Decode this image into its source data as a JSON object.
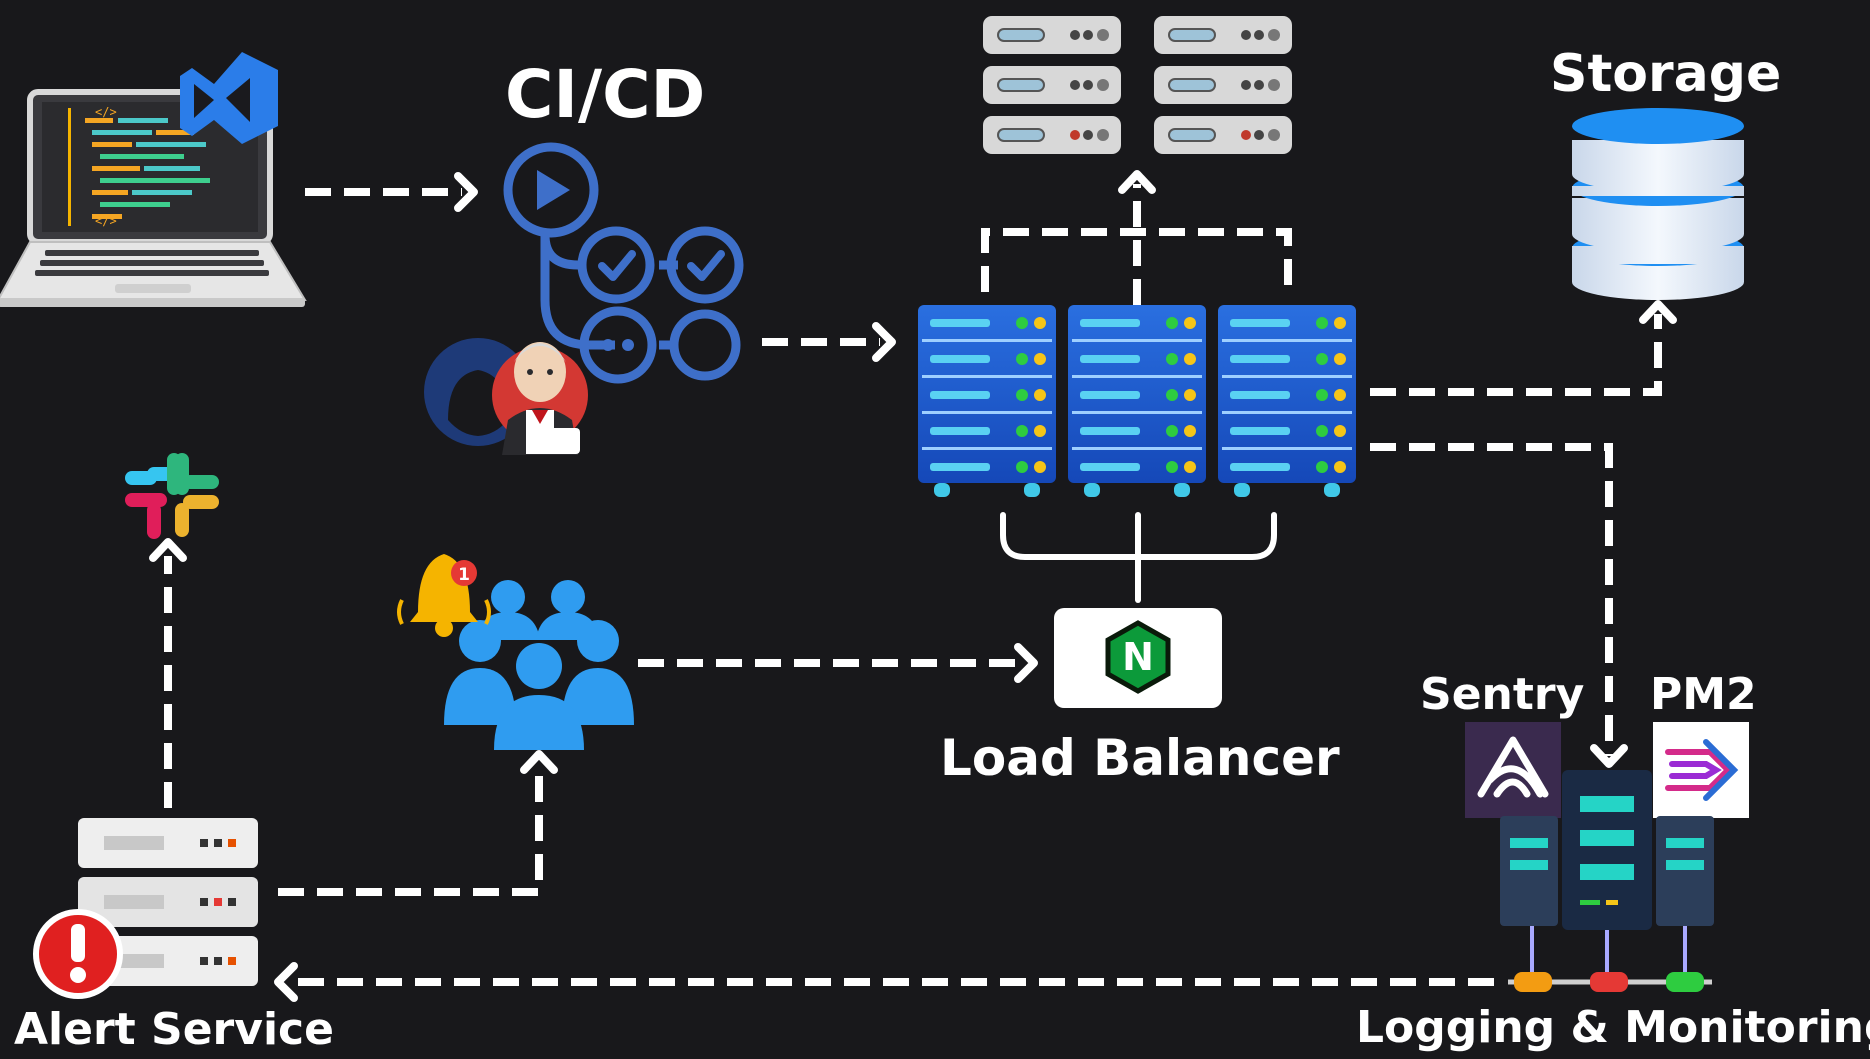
{
  "labels": {
    "cicd": "CI/CD",
    "storage": "Storage",
    "load_balancer": "Load Balancer",
    "alert_service": "Alert Service",
    "sentry": "Sentry",
    "pm2": "PM2",
    "logging_monitoring": "Logging & Monitoring",
    "nginx_letter": "N",
    "notification_count": "1",
    "code_brackets": "</>"
  },
  "colors": {
    "background": "#18181b",
    "arrow": "#ffffff",
    "server_blue": "#1f5fd6",
    "user_blue": "#2f9cf0",
    "pipeline_blue": "#3e6fc9",
    "alert_red": "#e02020",
    "nginx_green": "#0c9a3a",
    "sentry_purple": "#3a2a4e"
  },
  "icons": [
    "laptop-icon",
    "vscode-icon",
    "pipeline-icon",
    "github-icon",
    "jenkins-icon",
    "server-rack-icon",
    "database-icon",
    "slack-icon",
    "bell-icon",
    "users-icon",
    "nginx-icon",
    "sentry-icon",
    "pm2-icon",
    "monitoring-server-icon",
    "alert-icon"
  ]
}
